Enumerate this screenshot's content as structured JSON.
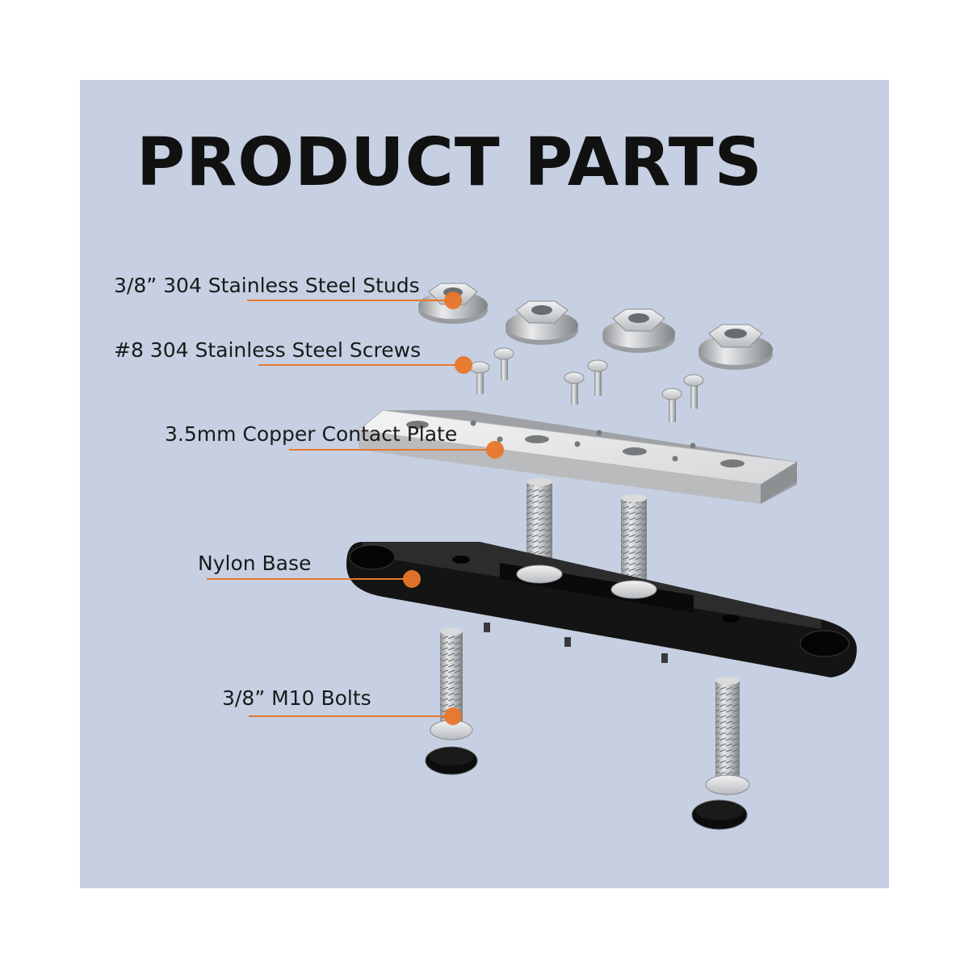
{
  "title": "PRODUCT PARTS",
  "colors": {
    "panel_background": "#c6d0e2",
    "accent": "#e8762b",
    "metal": "#c9cbcd",
    "nylon_base": "#1c1c1c"
  },
  "parts": [
    {
      "label": "3/8” 304 Stainless Steel Studs",
      "icon": "flange-nut-icon"
    },
    {
      "label": "#8 304 Stainless Steel Screws",
      "icon": "screw-icon"
    },
    {
      "label": "3.5mm Copper Contact Plate",
      "icon": "contact-plate-icon"
    },
    {
      "label": "Nylon Base",
      "icon": "nylon-base-icon"
    },
    {
      "label": "3/8” M10 Bolts",
      "icon": "bolt-icon"
    }
  ]
}
